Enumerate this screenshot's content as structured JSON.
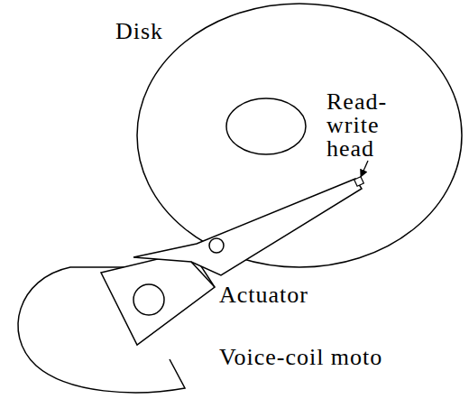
{
  "diagram": {
    "labels": [
      "Disk",
      "Read- write head",
      "Actuator",
      "Voice-coil moto"
    ]
  }
}
